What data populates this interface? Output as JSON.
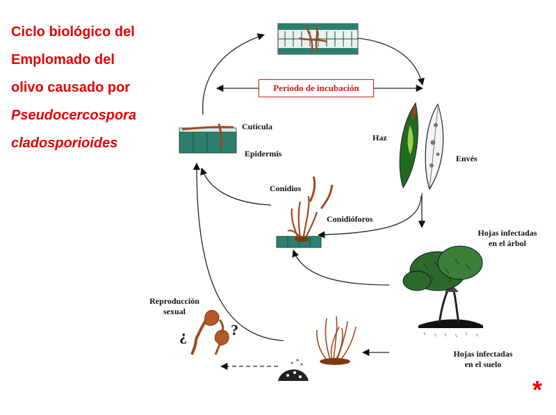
{
  "title": {
    "line1": "Ciclo biológico del",
    "line2": "Emplomado del",
    "line3": "olivo causado por",
    "line4": "Pseudocercospora",
    "line5": "cladosporioides"
  },
  "incubation_label": "Período de incubación",
  "labels": {
    "cuticula": "Cutícula",
    "epidermis": "Epidermis",
    "haz": "Haz",
    "enves": "Envés",
    "conidios": "Conidios",
    "conidioforos": "Conidióforos",
    "hojas_arbol_1": "Hojas infectadas",
    "hojas_arbol_2": "en el árbol",
    "hojas_suelo_1": "Hojas infectadas",
    "hojas_suelo_2": "en el suelo",
    "repro_1": "Reproducción",
    "repro_2": "sexual",
    "q_open": "¿",
    "q_close": "?"
  },
  "asterisk": "*",
  "colors": {
    "title": "#e60000",
    "tissue": "#2f7f6f",
    "fungus": "#9b4a1f",
    "leaf_green": "#1f6b1f",
    "incubation_border": "#cc1a1a"
  }
}
